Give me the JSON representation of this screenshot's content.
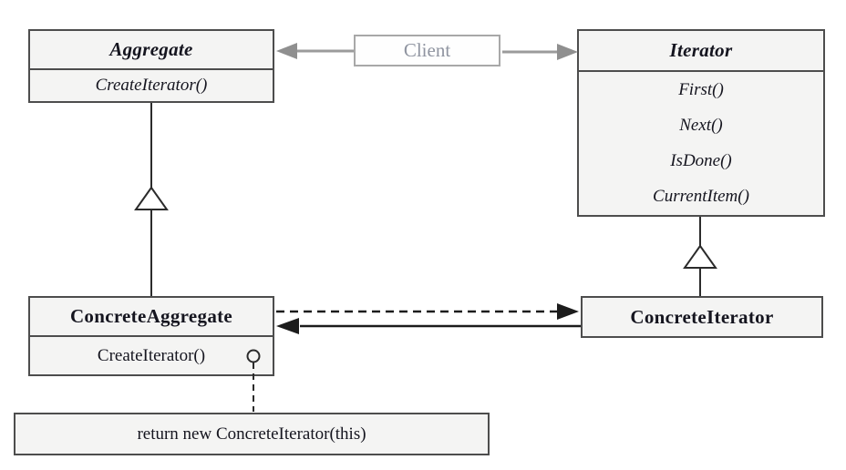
{
  "diagram": {
    "kind": "uml-class-diagram"
  },
  "classes": {
    "aggregate": {
      "name": "Aggregate",
      "methods": [
        "CreateIterator()"
      ]
    },
    "iterator": {
      "name": "Iterator",
      "methods": [
        "First()",
        "Next()",
        "IsDone()",
        "CurrentItem()"
      ]
    },
    "concrete_aggregate": {
      "name": "ConcreteAggregate",
      "methods": [
        "CreateIterator()"
      ]
    },
    "concrete_iterator": {
      "name": "ConcreteIterator"
    }
  },
  "client": {
    "label": "Client"
  },
  "note": {
    "text": "return new ConcreteIterator(this)"
  },
  "colors": {
    "box_fill": "#f4f4f3",
    "box_border": "#4d4d4d",
    "black_line": "#1c1c1c",
    "gray_line": "#9b9b9b",
    "gray_arrowhead": "#8f8f8f",
    "client_border": "#a8a8a8",
    "client_text": "#8f94a0",
    "background": "#ffffff"
  }
}
